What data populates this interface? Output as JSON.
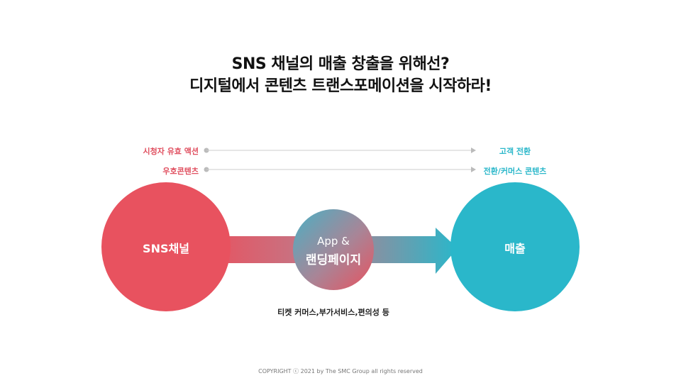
{
  "title": {
    "line1": "SNS 채널의 매출 창출을 위해선?",
    "line2": "디지털에서 콘텐츠 트랜스포메이션을 시작하라!"
  },
  "arrows": {
    "left_labels": [
      "시청자 유효 액션",
      "우호콘텐츠"
    ],
    "right_labels": [
      "고객 전환",
      "전환/커머스 콘텐츠"
    ]
  },
  "nodes": {
    "sns": "SNS채널",
    "app_line1": "App &",
    "app_line2": "랜딩페이지",
    "sales": "매출"
  },
  "caption": "티켓 커머스,부가서비스,편의성 등",
  "copyright": "COPYRIGHT ⓒ 2021 by The SMC Group all rights reserved",
  "colors": {
    "red": "#e8525f",
    "teal": "#2ab7ca",
    "gray": "#bbbbbb"
  }
}
